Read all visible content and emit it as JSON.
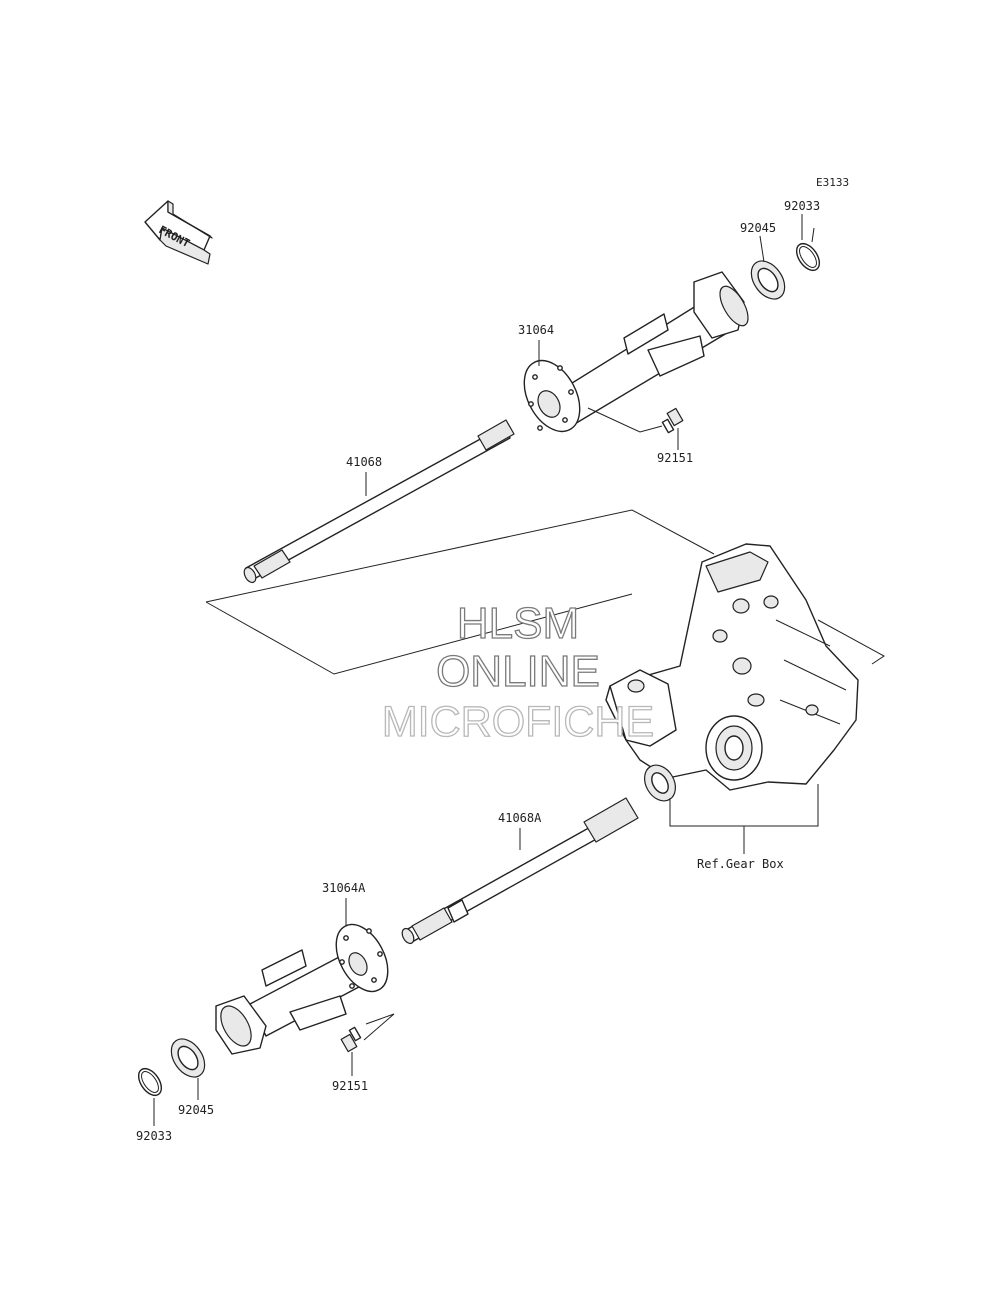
{
  "diagram": {
    "code": "E3133",
    "front_label": "FRONT",
    "ref_label": "Ref.Gear Box",
    "parts": [
      {
        "number": "92033",
        "name": "circlip-upper"
      },
      {
        "number": "92045",
        "name": "bearing-upper"
      },
      {
        "number": "31064",
        "name": "axle-housing-upper"
      },
      {
        "number": "92151",
        "name": "bolt-upper"
      },
      {
        "number": "41068",
        "name": "shaft-upper"
      },
      {
        "number": "41068A",
        "name": "shaft-lower"
      },
      {
        "number": "31064A",
        "name": "axle-housing-lower"
      },
      {
        "number": "92151",
        "name": "bolt-lower"
      },
      {
        "number": "92045",
        "name": "bearing-lower"
      },
      {
        "number": "92033",
        "name": "circlip-lower"
      }
    ]
  },
  "watermark": {
    "line1": "HLSM",
    "line2": "ONLINE",
    "line3": "MICROFICHE"
  }
}
